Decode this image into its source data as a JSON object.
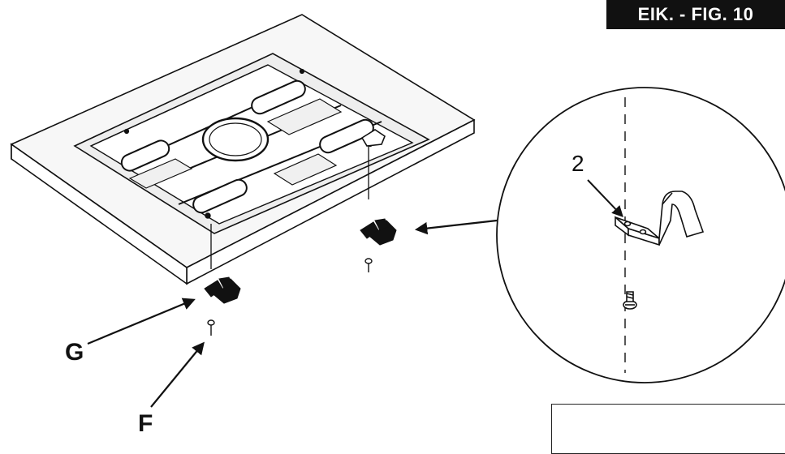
{
  "figure": {
    "badge_text": "EIK. - FIG. 10"
  },
  "callouts": {
    "g": "G",
    "f": "F",
    "detail_number": "2"
  },
  "colors": {
    "ink": "#111111",
    "tray_shade": "#e8e8e8",
    "badge_bg": "#111111"
  }
}
